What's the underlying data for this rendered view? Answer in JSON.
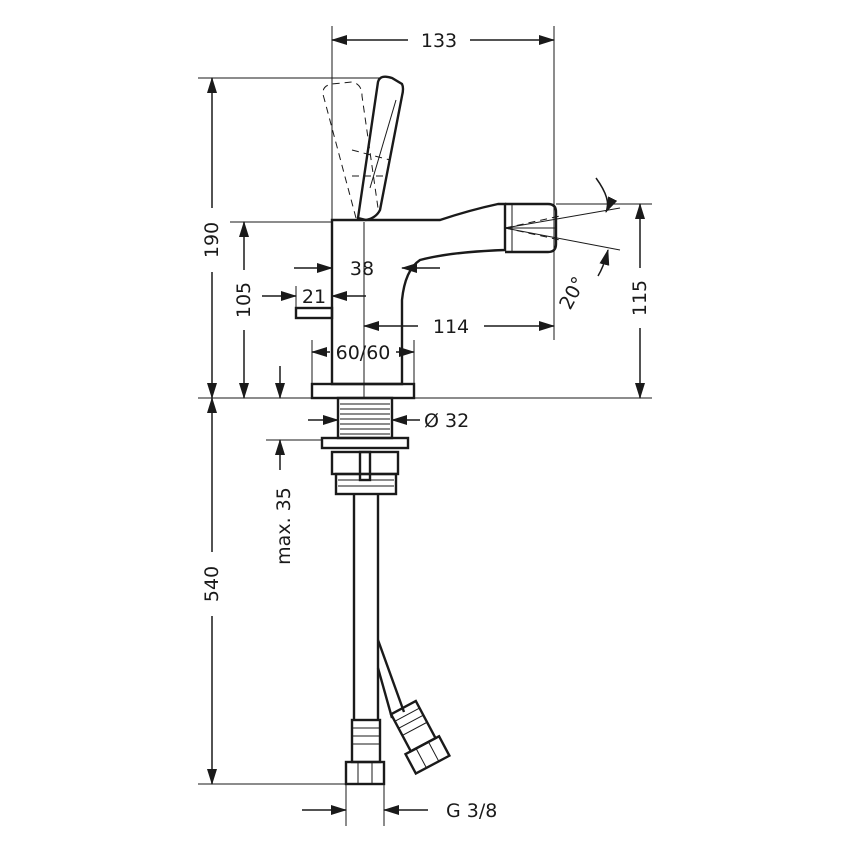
{
  "drawing": {
    "dimensions": {
      "width_top": "133",
      "height_total_upper": "190",
      "height_body": "105",
      "height_spout": "115",
      "handle_offset": "38",
      "pop_up_offset": "21",
      "spout_reach": "114",
      "base_width": "60/60",
      "spout_angle": "20°",
      "thread_diameter": "Ø 32",
      "max_thickness": "max. 35",
      "hose_length": "540",
      "connection": "G 3/8"
    },
    "colors": {
      "line": "#1a1a1a",
      "background": "#ffffff"
    }
  }
}
